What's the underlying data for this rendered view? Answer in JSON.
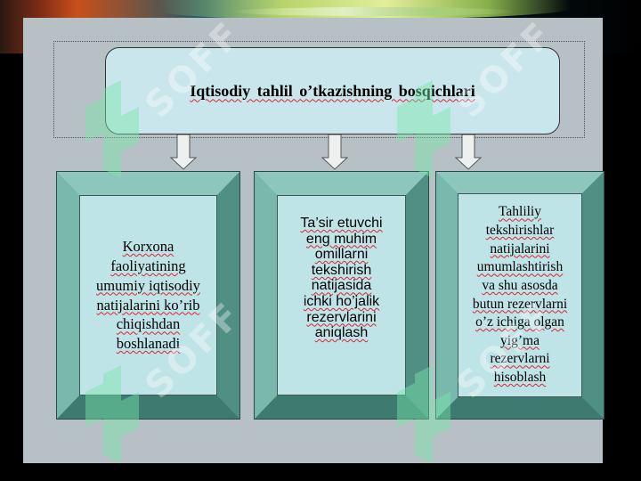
{
  "title": "Iqtisodiy  tahlil o’tkazishning  bosqichlari",
  "boxes": [
    {
      "lines": [
        "Korxona",
        "faoliyatining",
        "umumiy iqtisodiy",
        "natijalarini ko’rib",
        "chiqishdan",
        "boshlanadi"
      ]
    },
    {
      "lines": [
        "Ta’sir etuvchi",
        "eng muhim",
        "omillarni",
        "tekshirish",
        "natijasida",
        "ichki ho’jalik",
        "rezervlarini",
        "aniqlash"
      ]
    },
    {
      "lines": [
        "Tahliliy",
        "tekshirishlar",
        "natijalarini",
        "umumlashtirish",
        "va shu asosda",
        "butun rezervlarni",
        "o’z ichiga  olgan",
        "yig’ma",
        "rezervlarni",
        "hisoblash"
      ]
    }
  ],
  "watermark": "SOFF",
  "colors": {
    "title_fill": "#c9e6ec",
    "panel_face": "#bfe4e7",
    "panel_bevel": "#62a89b",
    "slide_bg": "#b6c0c5"
  }
}
